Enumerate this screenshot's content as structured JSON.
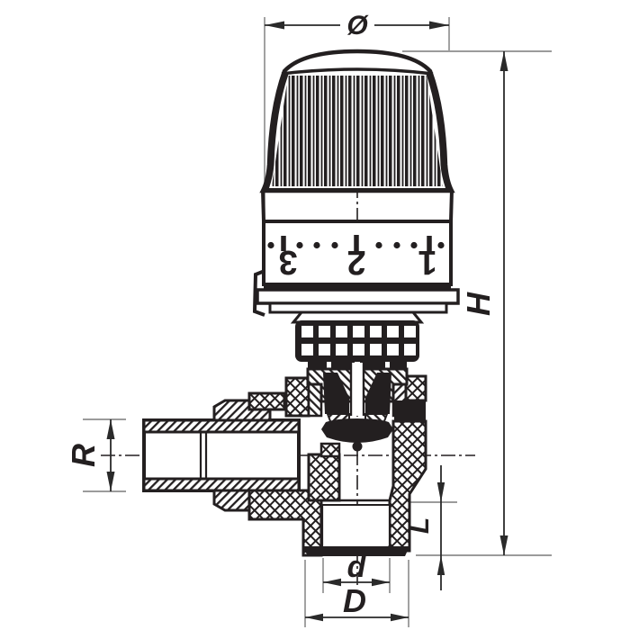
{
  "drawing": {
    "subject": "thermostatic-radiator-angle-valve-cross-section",
    "labels": {
      "diameter": "Ø",
      "height": "H",
      "thread": "R",
      "depth": "L",
      "bore": "d",
      "outer": "D"
    },
    "scale": {
      "numbers": [
        "3",
        "2",
        "1"
      ]
    },
    "colors": {
      "line": "#231f20",
      "thin_line": "#7a7a7a",
      "background": "#ffffff"
    }
  }
}
